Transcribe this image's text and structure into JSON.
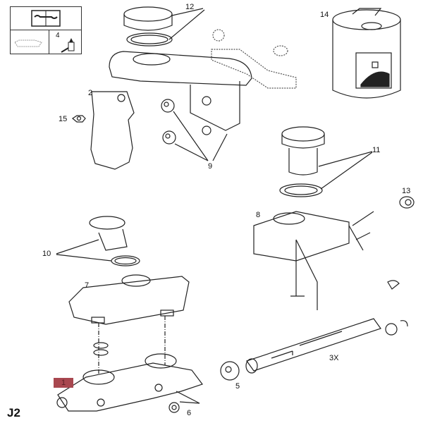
{
  "diagram": {
    "page_code": "J2",
    "highlighted_part": "1",
    "highlight_color": "#a8474f",
    "legend": {
      "top_icon": "repair-manual-wrench-icon",
      "bottom_left_icon": "vehicle-outline-icon",
      "bottom_right_number": "4",
      "bottom_right_icon": "hydraulic-fitting-icon"
    },
    "parts": [
      {
        "ref": "1",
        "description": "master-cylinder-body"
      },
      {
        "ref": "2",
        "description": "master-cylinder"
      },
      {
        "ref": "3X",
        "description": "piston-assembly"
      },
      {
        "ref": "5",
        "description": "washer"
      },
      {
        "ref": "6",
        "description": "nut"
      },
      {
        "ref": "7",
        "description": "reservoir"
      },
      {
        "ref": "8",
        "description": "reservoir-with-hoses"
      },
      {
        "ref": "9",
        "description": "grommets"
      },
      {
        "ref": "10",
        "description": "cap-and-seal"
      },
      {
        "ref": "11",
        "description": "cap-and-seal"
      },
      {
        "ref": "12",
        "description": "cap-and-seal"
      },
      {
        "ref": "13",
        "description": "nut"
      },
      {
        "ref": "14",
        "description": "brake-fluid-can"
      },
      {
        "ref": "15",
        "description": "nut"
      }
    ],
    "labels": {
      "l1": "1",
      "l2": "2",
      "l3x": "3X",
      "l4": "4",
      "l5": "5",
      "l6": "6",
      "l7": "7",
      "l8": "8",
      "l9": "9",
      "l10": "10",
      "l11": "11",
      "l12": "12",
      "l13": "13",
      "l14": "14",
      "l15": "15"
    }
  }
}
